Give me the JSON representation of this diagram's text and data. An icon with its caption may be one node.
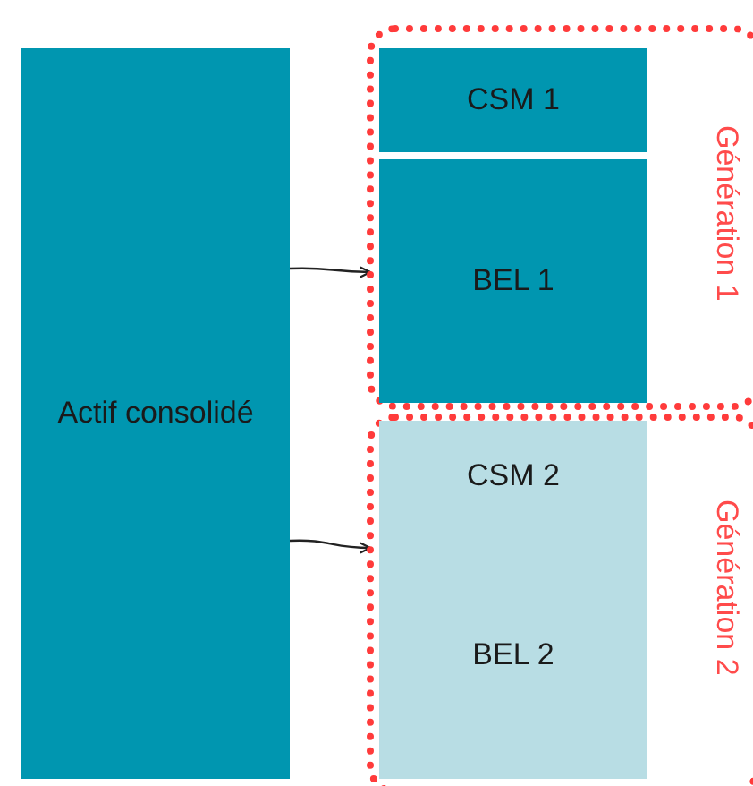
{
  "diagram": {
    "nodes": [
      {
        "text": [
          "Actif consolidé"
        ]
      },
      {
        "text": [
          "Génération 1"
        ]
      },
      {
        "text": [
          "CSM 1"
        ],
        "in": 1
      },
      {
        "text": [
          "BEL 1"
        ],
        "in": 1
      },
      {
        "text": [
          "Génération 2"
        ]
      },
      {
        "text": [
          "CSM 2"
        ],
        "in": 4
      },
      {
        "text": [
          "BEL 2"
        ],
        "in": 4
      }
    ],
    "edges": [
      {
        "from": 0,
        "to": 1,
        "arrow": "to"
      },
      {
        "from": 0,
        "to": 4,
        "arrow": "to"
      }
    ]
  }
}
